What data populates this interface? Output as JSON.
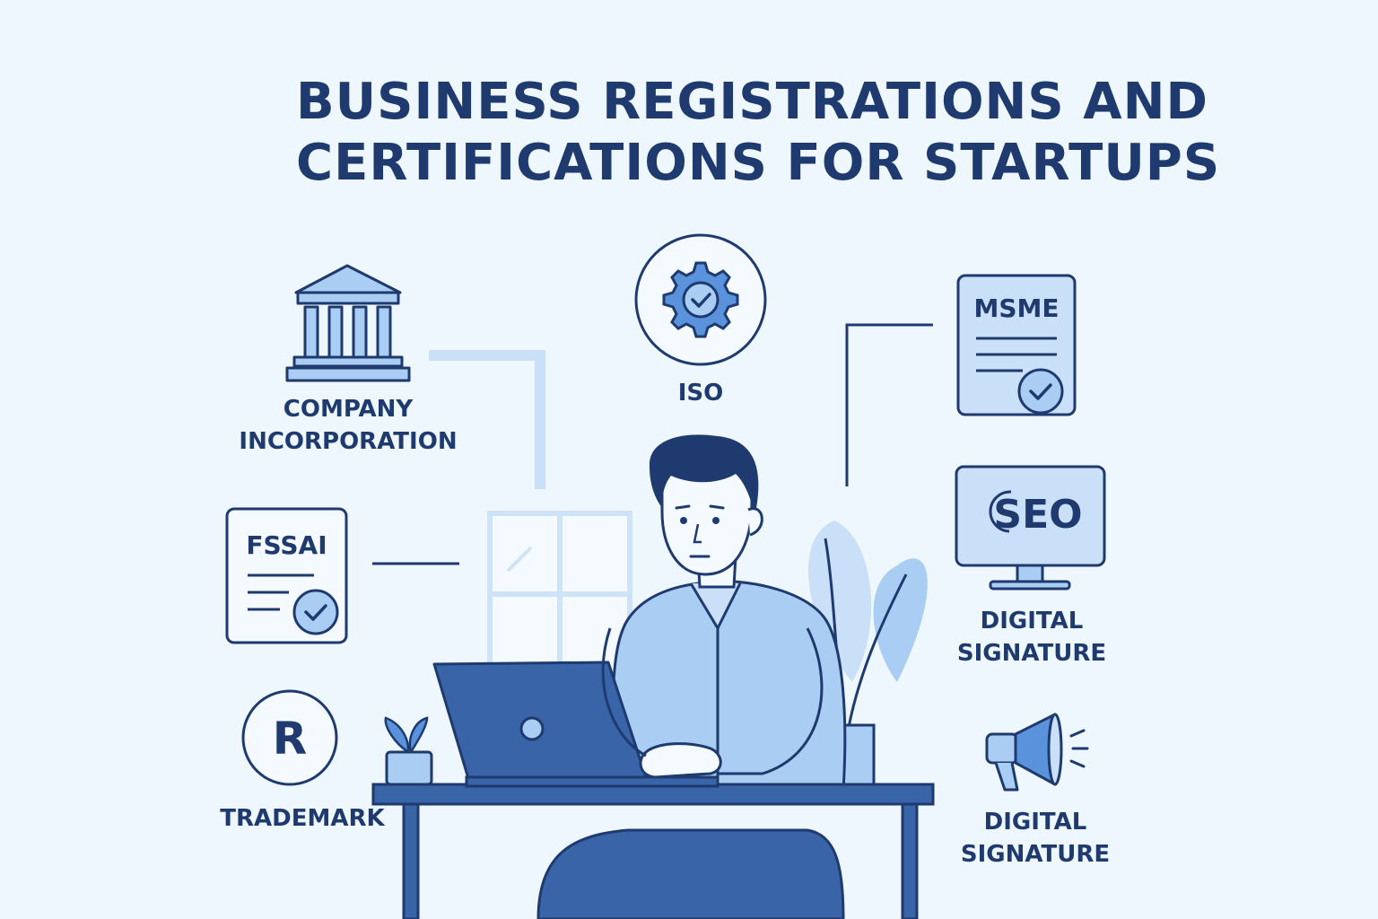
{
  "title": {
    "line1": "BUSINESS REGISTRATIONS AND",
    "line2": "CERTIFICATIONS FOR STARTUPS"
  },
  "items": {
    "company": {
      "line1": "COMPANY",
      "line2": "INCORPORATION",
      "icon": "bank-building-icon"
    },
    "iso": {
      "label": "ISO",
      "icon": "gear-check-icon"
    },
    "msme": {
      "doc_text": "MSME",
      "icon": "certificate-document-icon"
    },
    "fssai": {
      "doc_text": "FSSAI",
      "icon": "certificate-document-icon"
    },
    "seo": {
      "screen_text": "SEO",
      "line1": "DIGITAL",
      "line2": "SIGNATURE",
      "icon": "monitor-icon"
    },
    "trademark": {
      "symbol": "R",
      "label": "TRADEMARK",
      "icon": "registered-trademark-icon"
    },
    "signature": {
      "line1": "DIGITAL",
      "line2": "SIGNATURE",
      "icon": "megaphone-icon"
    }
  },
  "colors": {
    "background": "#eef7fd",
    "navy": "#1e3a6e",
    "light_blue": "#a9cdf3",
    "mid_blue": "#5a93dc",
    "laptop_blue": "#3a64a8"
  }
}
